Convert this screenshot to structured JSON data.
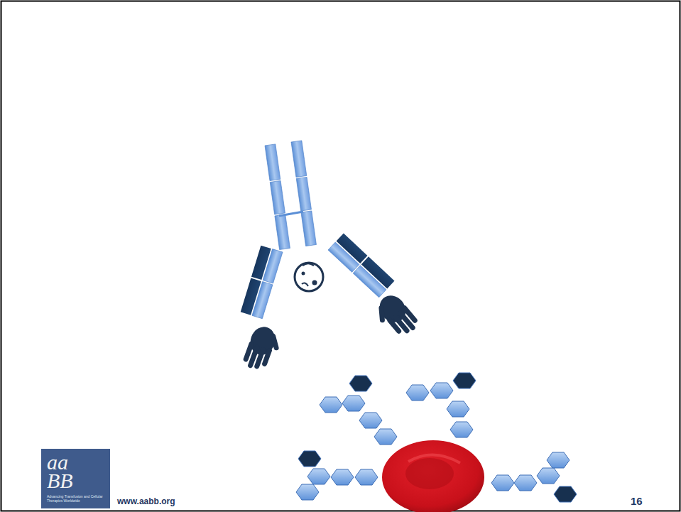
{
  "diagram": {
    "nodes": [
      {
        "text": [
          "aa BB",
          "Advancing Transfusion and Cellular Therapies Worldwide"
        ]
      }
    ],
    "labels": [
      "www.aabb.org",
      "16"
    ]
  }
}
